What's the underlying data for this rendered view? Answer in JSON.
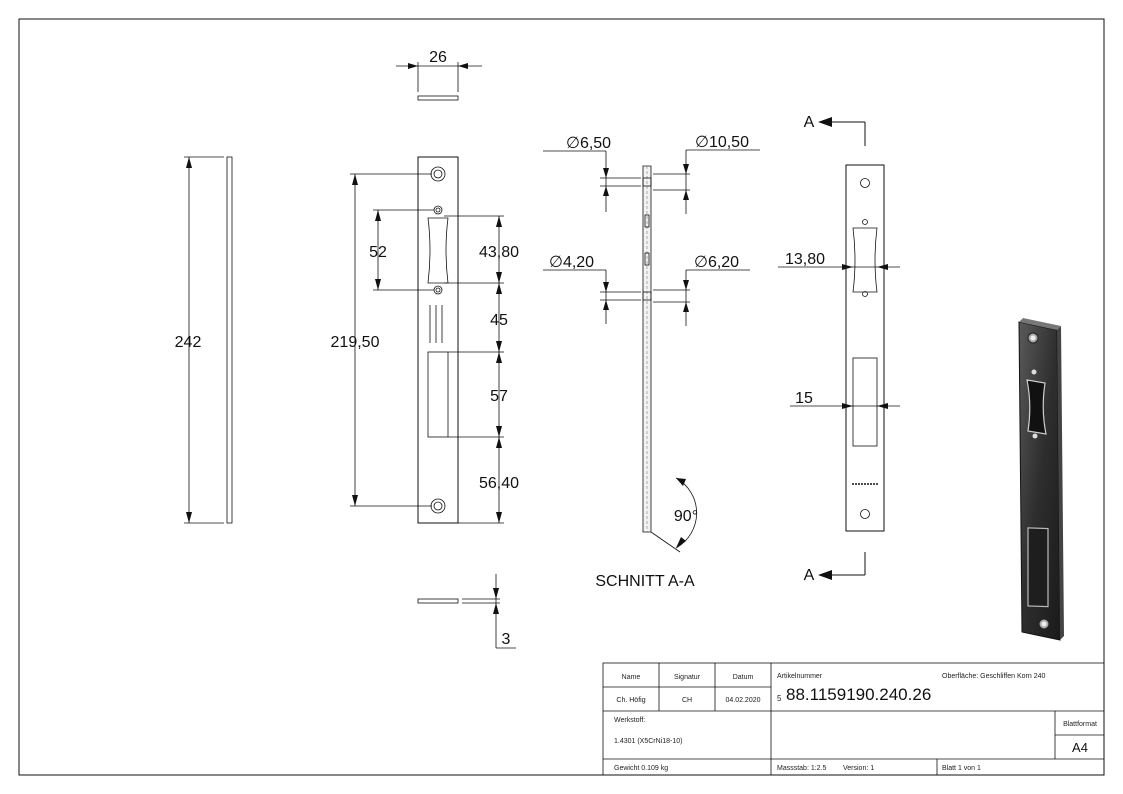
{
  "drawing": {
    "dims": {
      "top_width": "26",
      "thickness": "3",
      "total_length": "242",
      "hole_span": "219,50",
      "slot_length": "52",
      "d1": "43,80",
      "d2": "45",
      "d3": "57",
      "d4": "56,40",
      "dia_6_50": "6,50",
      "dia_10_50": "10,50",
      "dia_4_20": "4,20",
      "dia_6_20": "6,20",
      "angle": "90°",
      "width_13_80": "13,80",
      "width_15": "15"
    },
    "dia_symbol": "∅",
    "section_label": "SCHNITT A-A",
    "section_marker": "A"
  },
  "title_block": {
    "headers": {
      "name": "Name",
      "signatur": "Signatur",
      "datum": "Datum"
    },
    "row": {
      "name": "Ch. Höfig",
      "signatur": "CH",
      "datum": "04.02.2020"
    },
    "artikel_label": "Artikelnummer",
    "artikel_prefix": "5",
    "artikel_number": "88.1159190.240.26",
    "oberflaeche": "Oberfläche:  Geschliffen Korn 240",
    "werkstoff_label": "Werkstoff:",
    "werkstoff_value": "1.4301 (X5CrNi18-10)",
    "blattformat_label": "Blattformat",
    "blattformat_value": "A4",
    "gewicht": "Gewicht 0.109 kg",
    "massstab": "Massstab: 1:2.5",
    "version": "Version: 1",
    "blatt": "Blatt 1 von 1"
  }
}
